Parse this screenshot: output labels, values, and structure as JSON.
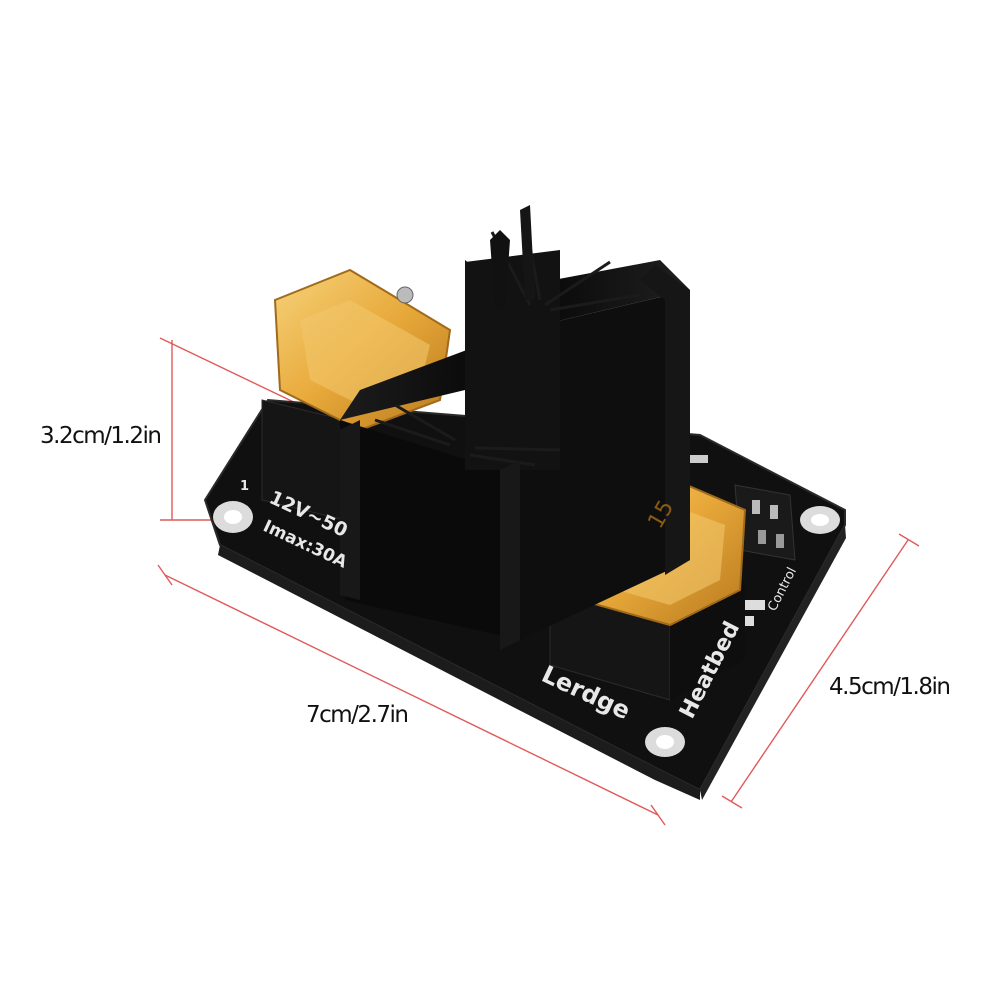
{
  "dimensions": {
    "height": "3.2cm/1.2in",
    "length": "7cm/2.7in",
    "width": "4.5cm/1.8in"
  },
  "board": {
    "brand": "Lerdge",
    "heatbed_label": "Heatbed",
    "control_label": "Control",
    "voltage_text": "12V~50",
    "current_text": "Imax:30A",
    "fuse_mark": "15",
    "pin_mark": "1"
  },
  "colors": {
    "dimension_line": "#e05a5a",
    "pcb": "#101010",
    "heatsink": "#0c0c0c",
    "fuse_amber": "#e8a93a",
    "background": "#ffffff"
  }
}
